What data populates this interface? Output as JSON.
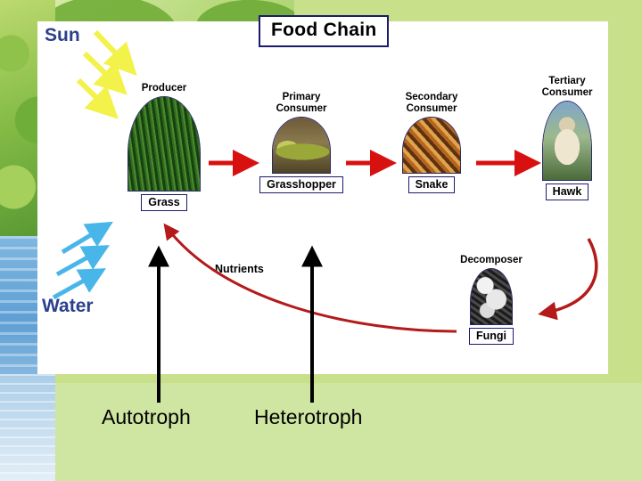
{
  "slide": {
    "title": "Food Chain",
    "background_labels": {
      "sun": "Sun",
      "water": "Water"
    },
    "nutrients_label": "Nutrients",
    "colors": {
      "title_border": "#1b1b6e",
      "label_blue": "#2b3f8c",
      "sun_arrow": "#f2f24a",
      "water_arrow": "#49b6ea",
      "chain_arrow": "#d81010",
      "nutrient_arrow": "#b41a1a",
      "panel_bg": "#ffffff",
      "slide_bg": "#c9e08a"
    },
    "nodes": [
      {
        "role": "Producer",
        "name": "Grass",
        "icon": "grass-thumbnail"
      },
      {
        "role": "Primary\nConsumer",
        "name": "Grasshopper",
        "icon": "grasshopper-thumbnail"
      },
      {
        "role": "Secondary\nConsumer",
        "name": "Snake",
        "icon": "snake-thumbnail"
      },
      {
        "role": "Tertiary\nConsumer",
        "name": "Hawk",
        "icon": "hawk-thumbnail"
      },
      {
        "role": "Decomposer",
        "name": "Fungi",
        "icon": "fungi-thumbnail"
      }
    ],
    "callouts": [
      {
        "label": "Autotroph"
      },
      {
        "label": "Heterotroph"
      }
    ]
  }
}
